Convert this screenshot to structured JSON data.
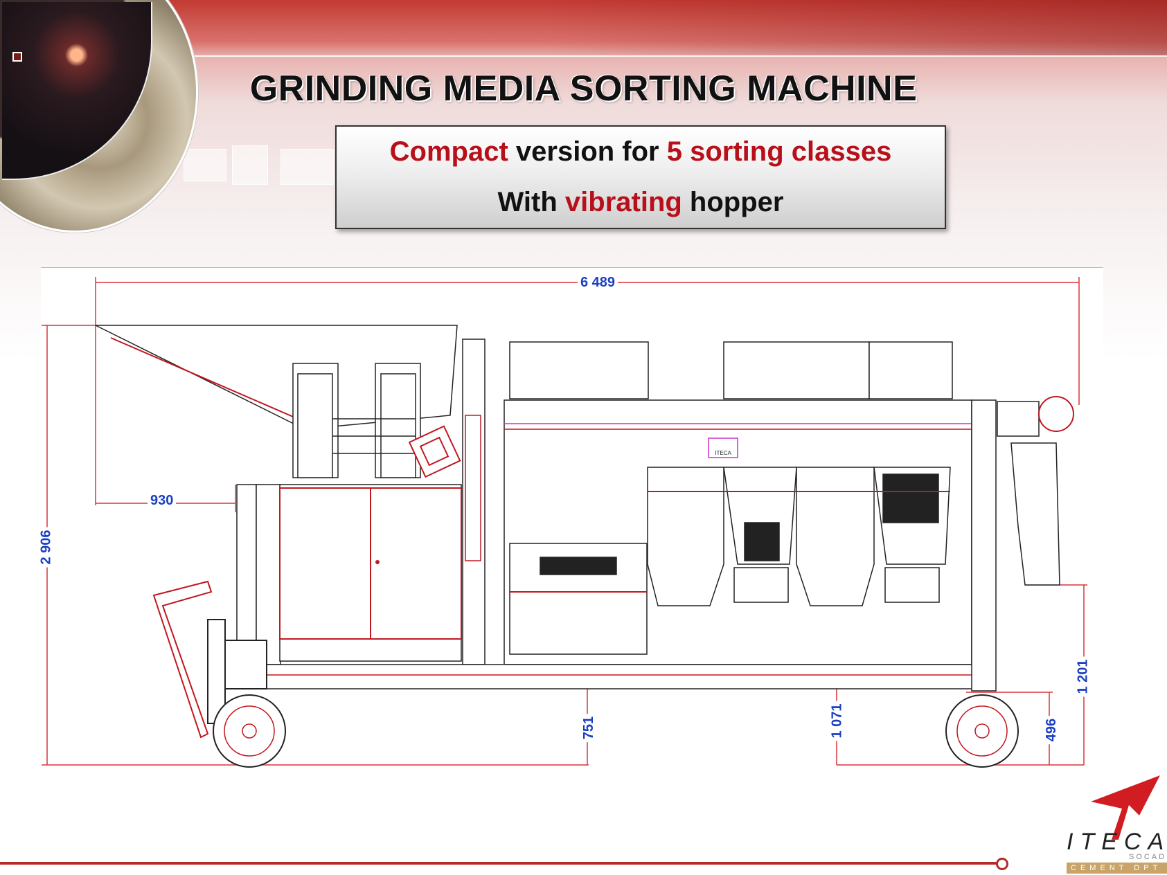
{
  "slide": {
    "title": "GRINDING MEDIA SORTING MACHINE",
    "subtitle": {
      "line1": {
        "a": "Compact",
        "b": " version for ",
        "c": "5 sorting classes"
      },
      "line2": {
        "a": "With ",
        "b": "vibrating",
        "c": " hopper"
      }
    }
  },
  "drawing": {
    "dimensions": {
      "overall_length": "6 489",
      "overall_height": "2 906",
      "hopper_overhang": "930",
      "frame_height_front": "751",
      "outlet_height": "1 071",
      "rear_axle_height": "496",
      "rear_outlet_height": "1 201"
    },
    "plate_label": "ITECA"
  },
  "branding": {
    "logo_word": "ITECA",
    "logo_sub": "SOCADEI",
    "logo_tag": "CEMENT DPT"
  },
  "colors": {
    "accent_red": "#b8101a",
    "dimension_blue": "#1a3fc2",
    "frame_red": "#c0181f"
  }
}
